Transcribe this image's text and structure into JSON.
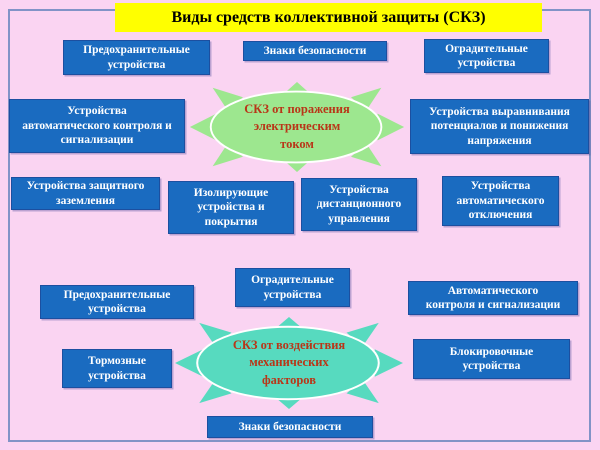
{
  "title": "Виды средств коллективной защиты (СКЗ)",
  "electrical": {
    "hub": "СКЗ от поражения\nэлектрическим\nтоком",
    "boxes": {
      "safety_devices": "Предохранительные\nустройства",
      "safety_signs": "Знаки безопасности",
      "guard_devices": "Оградительные\nустройства",
      "auto_control_signaling": "Устройства\nавтоматического контроля и\nсигнализации",
      "potential_equalization": "Устройства выравнивания\nпотенциалов и понижения\nнапряжения",
      "protective_grounding": "Устройства защитного\nзаземления",
      "insulating_devices": "Изолирующие\nустройства и\nпокрытия",
      "remote_control": "Устройства\nдистанционного\nуправления",
      "auto_shutdown": "Устройства\nавтоматического\nотключения"
    }
  },
  "mechanical": {
    "hub": "СКЗ от воздействия\nмеханических\nфакторов",
    "boxes": {
      "safety_devices": "Предохранительные\nустройства",
      "guard_devices": "Оградительные\nустройства",
      "auto_control_signaling": "Автоматического\nконтроля и сигнализации",
      "brake_devices": "Тормозные\nустройства",
      "blocking_devices": "Блокировочные\nустройства",
      "safety_signs": "Знаки безопасности"
    }
  },
  "colors": {
    "background": "#FAD4F2",
    "frame_border": "#8193C7",
    "title_bg": "#FFFF00",
    "title_text": "#000000",
    "box_fill": "#1A6BC0",
    "box_border": "#1C4FA0",
    "box_text": "#FFFFFF",
    "star_green": "#9DE78F",
    "star_teal": "#57DABF",
    "star_text": "#B93618"
  }
}
